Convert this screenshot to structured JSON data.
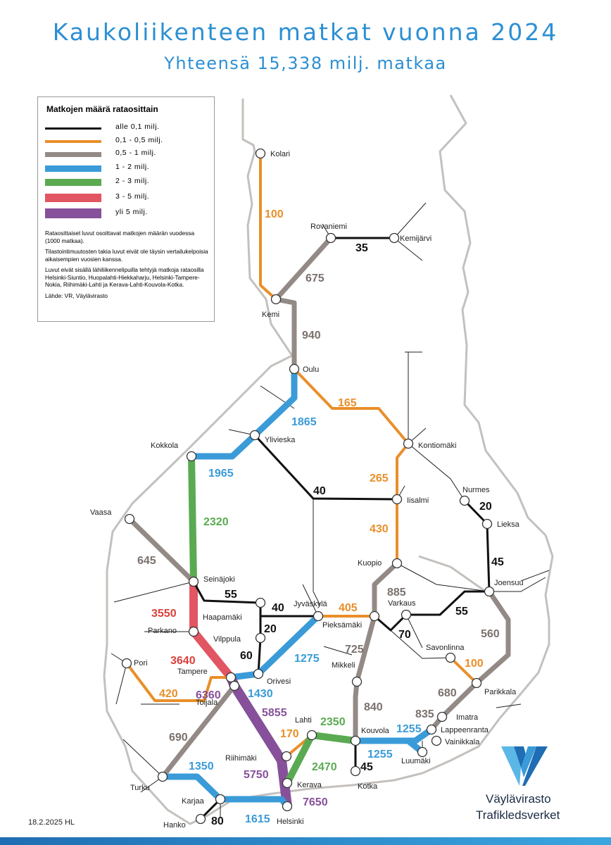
{
  "header": {
    "title": "Kaukoliikenteen matkat vuonna 2024",
    "subtitle": "Yhteensä 15,338 milj. matkaa"
  },
  "colors": {
    "black": "#111111",
    "orange": "#e98f2a",
    "gray": "#938a86",
    "blue": "#3a9bd8",
    "green": "#5aaa52",
    "red": "#e25562",
    "purple": "#86509a",
    "border": "#c4c0bd",
    "network": "#222222"
  },
  "legend": {
    "title": "Matkojen määrä rataosittain",
    "items": [
      {
        "label": "alle 0,1 milj.",
        "color": "black"
      },
      {
        "label": "0,1 - 0,5 milj.",
        "color": "orange"
      },
      {
        "label": "0,5 - 1 milj.",
        "color": "gray"
      },
      {
        "label": "1 - 2 milj.",
        "color": "blue"
      },
      {
        "label": "2 - 3 milj.",
        "color": "green"
      },
      {
        "label": "3 - 5 milj.",
        "color": "red"
      },
      {
        "label": "yli 5 milj.",
        "color": "purple"
      }
    ],
    "note1": "Rataosittaiset luvut osoittavat matkojen määrän vuodessa (1000 matkaa).",
    "note2": "Tilastointimuutosten takia luvut eivät ole täysin vertailukelpoisia aikaisempien vuosien kanssa.",
    "note3": "Luvut eivät sisällä lähiliikennelipuilla tehtyjä matkoja rataosilla Helsinki-Siuntio, Huopalahti-Hiekkaharju, Helsinki-Tampere-Nokia, Riihimäki-Lahti ja Kerava-Lahti-Kouvola-Kotka.",
    "source": "Lähde: VR, Väylävirasto"
  },
  "stations": {
    "kolari": "Kolari",
    "rovaniemi": "Rovaniemi",
    "kemijarvi": "Kemijärvi",
    "kemi": "Kemi",
    "oulu": "Oulu",
    "kontiomaki": "Kontiomäki",
    "ylivieska": "Ylivieska",
    "kokkola": "Kokkola",
    "iisalmi": "Iisalmi",
    "nurmes": "Nurmes",
    "lieksa": "Lieksa",
    "vaasa": "Vaasa",
    "kuopio": "Kuopio",
    "joensuu": "Joensuu",
    "seinajoki": "Seinäjoki",
    "haapamaki": "Haapamäki",
    "jyvaskyla": "Jyväskylä",
    "varkaus": "Varkaus",
    "pieksamaki": "Pieksämäki",
    "parkano": "Parkano",
    "vilppula": "Vilppula",
    "savonlinna": "Savonlinna",
    "pori": "Pori",
    "tampere": "Tampere",
    "orivesi": "Orivesi",
    "mikkeli": "Mikkeli",
    "parikkala": "Parikkala",
    "toijala": "Toijala",
    "imatra": "Imatra",
    "lahti": "Lahti",
    "kouvola": "Kouvola",
    "lappeenranta": "Lappeenranta",
    "vainikkala": "Vainikkala",
    "riihimaki": "Riihimäki",
    "luumaki": "Luumäki",
    "kotka": "Kotka",
    "turku": "Turku",
    "kerava": "Kerava",
    "karjaa": "Karjaa",
    "helsinki": "Helsinki",
    "hanko": "Hanko"
  },
  "values": {
    "kolari_kemi": "100",
    "kemi_rovaniemi": "675",
    "rovaniemi_kemijarvi": "35",
    "kemi_oulu": "940",
    "oulu_kontiomaki": "165",
    "oulu_ylivieska": "1865",
    "ylivieska_kokkola": "1965",
    "ylivieska_iisalmi": "40",
    "kontiomaki_iisalmi": "265",
    "nurmes_lieksa": "20",
    "kokkola_seinajoki": "2320",
    "iisalmi_kuopio": "430",
    "lieksa_joensuu": "45",
    "vaasa_seinajoki": "645",
    "kuopio_pieksamaki": "885",
    "seinajoki_haapamaki": "55",
    "haapamaki_jyvaskyla": "40",
    "jyvaskyla_pieksamaki": "405",
    "varkaus_joensuu": "55",
    "joensuu_parikkala": "560",
    "seinajoki_tampere": "3550",
    "haapamaki_vilppula": "20",
    "pieksamaki_varkaus": "70",
    "pieksamaki_mikkeli": "725",
    "tampere_parkano": "3640",
    "vilppula_orivesi": "60",
    "jyvaskyla_orivesi": "1275",
    "savonlinna_parikkala": "100",
    "tampere_orivesi": "1430",
    "pori_tampere": "420",
    "parikkala_imatra": "680",
    "tampere_toijala": "6360",
    "mikkeli_kouvola": "840",
    "imatra_lappeenranta": "835",
    "toijala_riihimaki": "5855",
    "lahti_kouvola": "2350",
    "riihimaki_lahti": "170",
    "kouvola_lappeenranta": "1255",
    "toijala_turku": "690",
    "kerava_lahti": "2470",
    "kouvola_luumaki": "1255",
    "kouvola_kotka": "45",
    "turku_karjaa": "1350",
    "karjaa_riihimaki": "5750",
    "riihimaki_helsinki": "7650",
    "karjaa_helsinki": "1615",
    "karjaa_hanko": "80"
  },
  "logo": {
    "line1": "Väylävirasto",
    "line2": "Trafikledsverket"
  },
  "footer": {
    "date": "18.2.2025  HL"
  }
}
